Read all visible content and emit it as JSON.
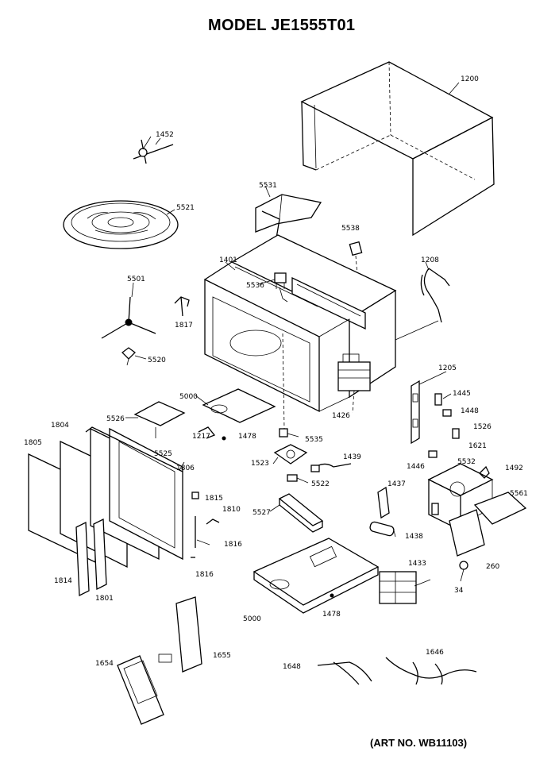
{
  "title": "MODEL JE1555T01",
  "art_number": "(ART NO. WB11103)",
  "parts": {
    "p1200": "1200",
    "p1452": "1452",
    "p5521": "5521",
    "p5531": "5531",
    "p5538a": "5538",
    "p1208": "1208",
    "p1401": "1401",
    "p5536": "5536",
    "p5501": "5501",
    "p1817": "1817",
    "p5520": "5520",
    "p1205": "1205",
    "p1445": "1445",
    "p1448": "1448",
    "p1426": "1426",
    "p5000a": "5000",
    "p5526": "5526",
    "p1217": "1217",
    "p1478a": "1478",
    "p1526": "1526",
    "p1621": "1621",
    "p5525": "5525",
    "p5535": "5535",
    "p1804": "1804",
    "p1805": "1805",
    "p1523": "1523",
    "p1439": "1439",
    "p1446": "1446",
    "p5532": "5532",
    "p1492": "1492",
    "p1806": "1806",
    "p5522": "5522",
    "p1437": "1437",
    "p5561": "5561",
    "p1815": "1815",
    "p1810": "1810",
    "p5527": "5527",
    "p1438": "1438",
    "p1816a": "1816",
    "p1816b": "1816",
    "p1433": "1433",
    "p260": "260",
    "p1814": "1814",
    "p1801": "1801",
    "p34": "34",
    "p5000b": "5000",
    "p1478b": "1478",
    "p1654": "1654",
    "p1655": "1655",
    "p1648": "1648",
    "p1646": "1646"
  }
}
